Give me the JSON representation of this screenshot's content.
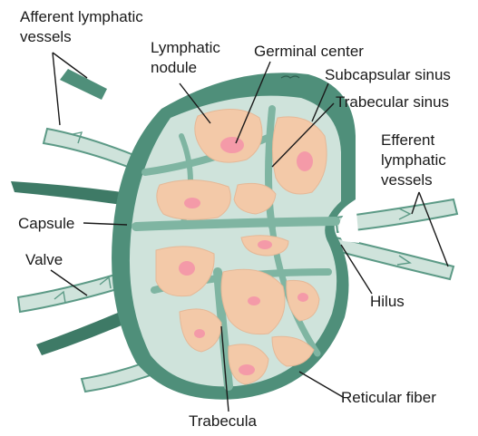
{
  "diagram": {
    "labels": {
      "afferent_line1": "Afferent lymphatic",
      "afferent_line2": "vessels",
      "lymphatic_nodule_line1": "Lymphatic",
      "lymphatic_nodule_line2": "nodule",
      "germinal_center": "Germinal center",
      "subcapsular_sinus": "Subcapsular sinus",
      "trabecular_sinus": "Trabecular sinus",
      "efferent_line1": "Efferent",
      "efferent_line2": "lymphatic",
      "efferent_line3": "vessels",
      "capsule": "Capsule",
      "valve": "Valve",
      "hilus": "Hilus",
      "reticular_fiber": "Reticular fiber",
      "trabecula": "Trabecula"
    },
    "colors": {
      "capsule": "#4f8f7a",
      "capsule_dark": "#3e7a66",
      "sinus": "#cfe3db",
      "trabecula": "#7fb5a2",
      "nodule": "#f3c9a8",
      "germinal_center": "#f49aa8",
      "vessel_fill": "#cfe3db",
      "vessel_outline": "#5c9a86",
      "text": "#1a1a1a"
    }
  }
}
